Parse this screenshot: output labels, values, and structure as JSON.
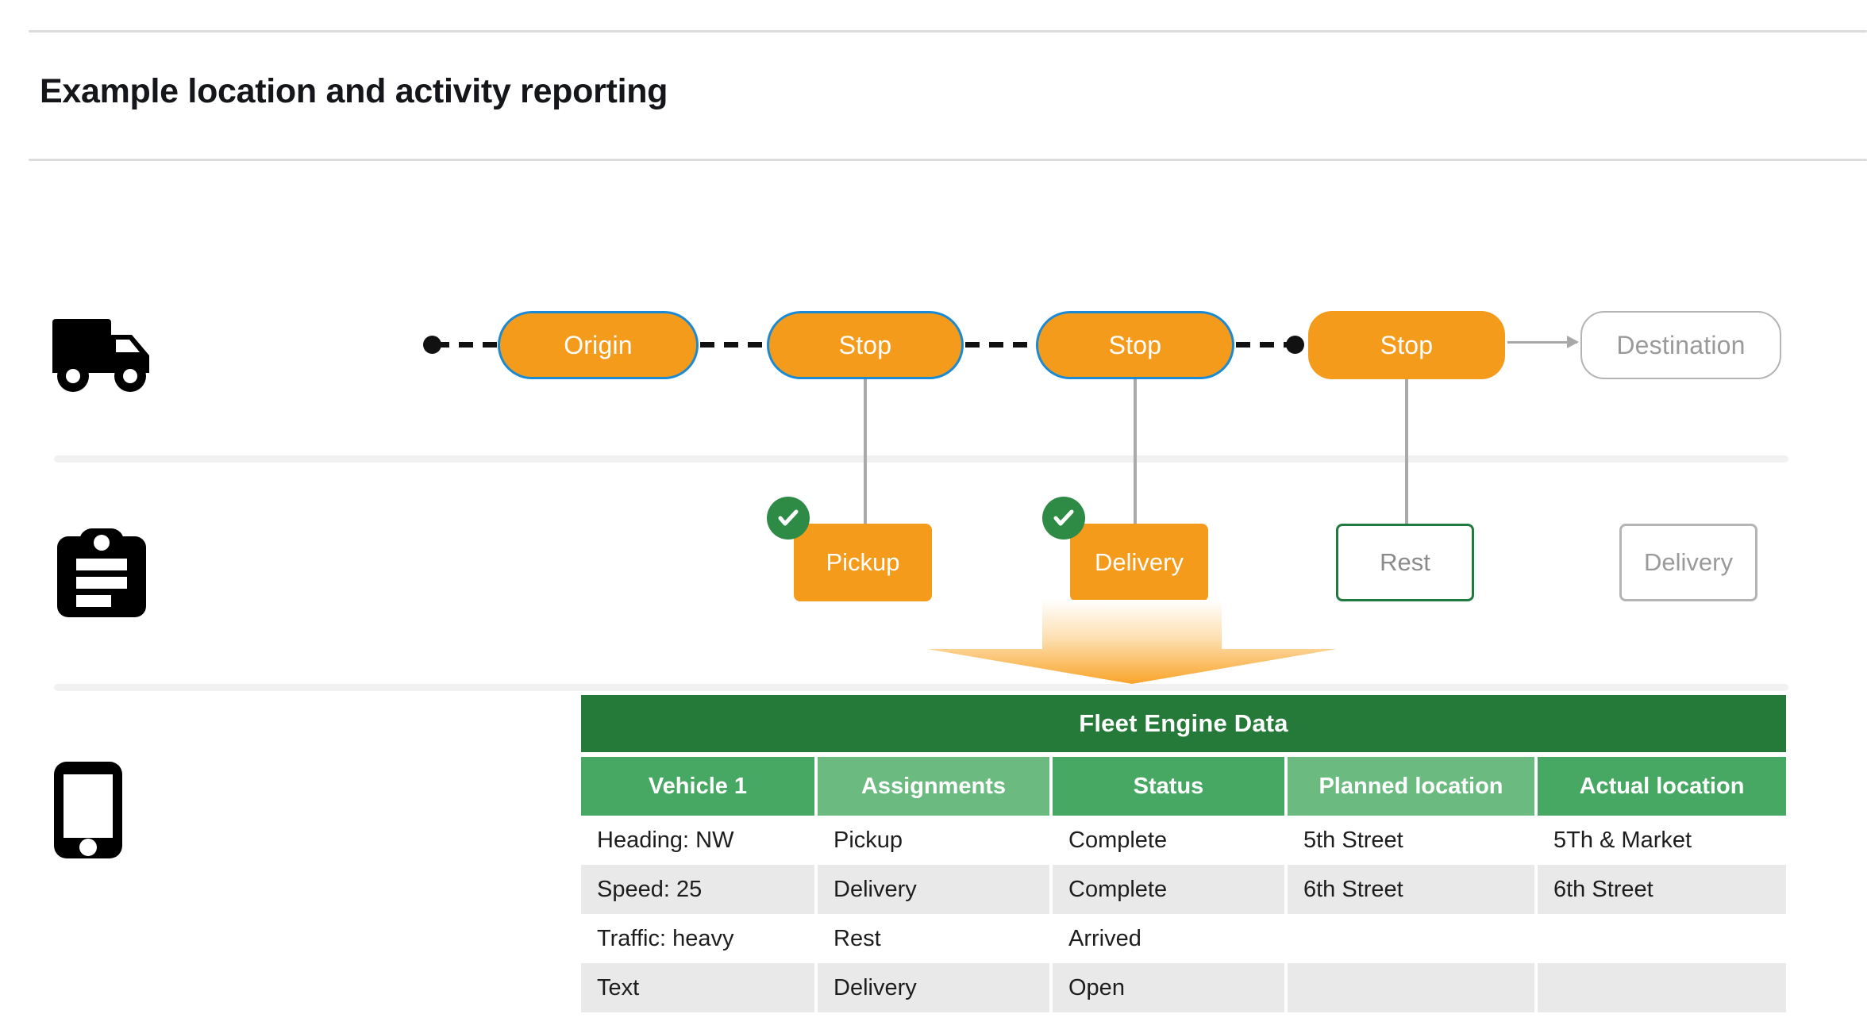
{
  "header": {
    "title": "Example location and activity reporting"
  },
  "rail": {
    "truck_icon": "truck-icon",
    "clipboard_icon": "clipboard-icon",
    "phone_icon": "phone-icon"
  },
  "route": {
    "nodes": [
      {
        "label": "Origin",
        "style": "pill"
      },
      {
        "label": "Stop",
        "style": "pill"
      },
      {
        "label": "Stop",
        "style": "pill"
      },
      {
        "label": "Stop",
        "style": "pill-plain"
      },
      {
        "label": "Destination",
        "style": "pill-ghost"
      }
    ]
  },
  "activities": [
    {
      "label": "Pickup",
      "style": "filled",
      "checked": true
    },
    {
      "label": "Delivery",
      "style": "filled",
      "checked": true
    },
    {
      "label": "Rest",
      "style": "outline-green",
      "checked": false
    },
    {
      "label": "Delivery",
      "style": "outline-gray",
      "checked": false
    }
  ],
  "table": {
    "title": "Fleet Engine Data",
    "columns": [
      "Vehicle 1",
      "Assignments",
      "Status",
      "Planned location",
      "Actual location"
    ],
    "rows": [
      [
        "Heading: NW",
        "Pickup",
        "Complete",
        "5th Street",
        "5Th & Market"
      ],
      [
        "Speed: 25",
        "Delivery",
        "Complete",
        "6th Street",
        "6th Street"
      ],
      [
        "Traffic: heavy",
        "Rest",
        "Arrived",
        "",
        ""
      ],
      [
        "Text",
        "Delivery",
        "Open",
        "",
        ""
      ]
    ]
  },
  "colors": {
    "orange": "#F59B1C",
    "blue_border": "#1B8AD4",
    "green_dark": "#257A39",
    "green_header_a": "#47A863",
    "green_header_b": "#6BBB80",
    "green_check": "#2E8B45",
    "gray_outline": "#B4B4B4",
    "gray_text": "#9A9A9A",
    "row_alt": "#E9E9E9"
  }
}
